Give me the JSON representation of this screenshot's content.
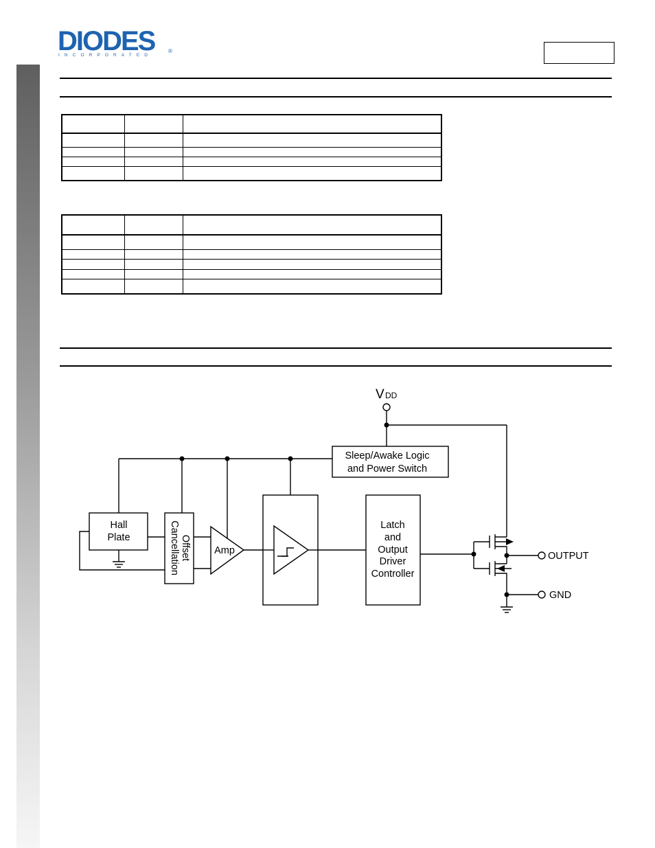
{
  "brand": {
    "name": "DIODES",
    "subtitle": "INCORPORATED",
    "registered": "®",
    "color": "#1e63b0"
  },
  "table1": {
    "rows": 5,
    "cols": 3
  },
  "table2": {
    "rows": 6,
    "cols": 3
  },
  "diagram": {
    "vdd_main": "V",
    "vdd_sub": "DD",
    "sleep_logic": [
      "Sleep/Awake Logic",
      "and Power Switch"
    ],
    "hall_plate": [
      "Hall",
      "Plate"
    ],
    "offset": [
      "Offset",
      "Cancellation"
    ],
    "amp": "Amp",
    "latch": [
      "Latch",
      "and",
      "Output",
      "Driver",
      "Controller"
    ],
    "output": "OUTPUT",
    "gnd": "GND"
  }
}
